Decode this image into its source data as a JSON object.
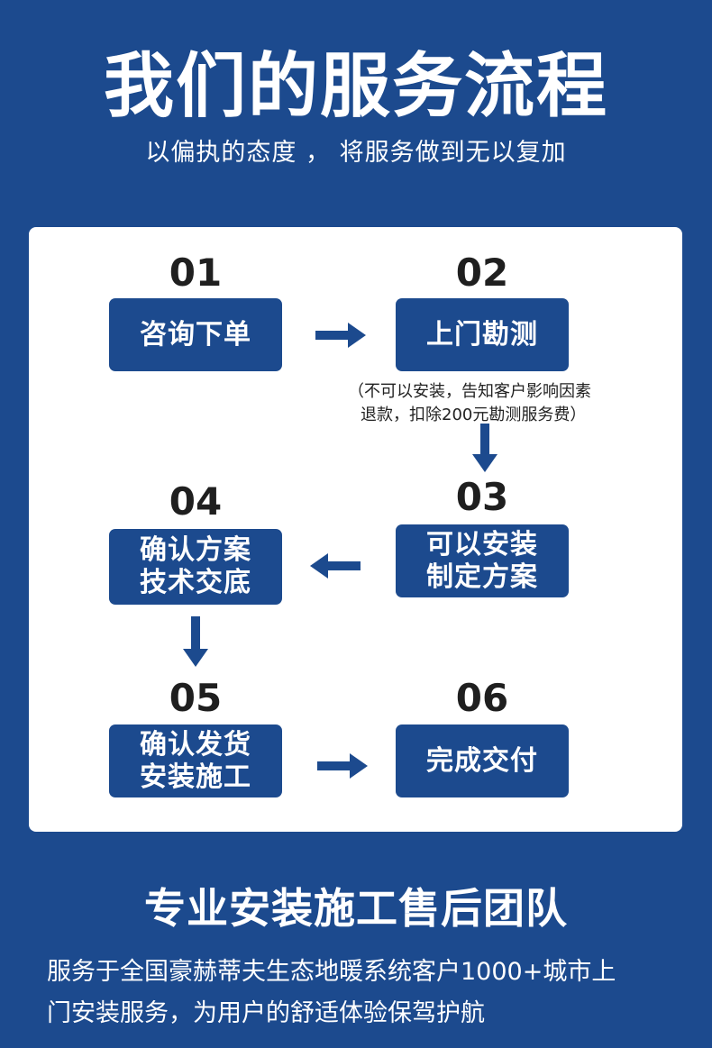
{
  "header": {
    "title": "我们的服务流程",
    "subtitle": "以偏执的态度 ， 将服务做到无以复加"
  },
  "steps": [
    {
      "num": "01",
      "lines": [
        "咨询下单"
      ]
    },
    {
      "num": "02",
      "lines": [
        "上门勘测"
      ]
    },
    {
      "num": "03",
      "lines": [
        "可以安装",
        "制定方案"
      ]
    },
    {
      "num": "04",
      "lines": [
        "确认方案",
        "技术交底"
      ]
    },
    {
      "num": "05",
      "lines": [
        "确认发货",
        "安装施工"
      ]
    },
    {
      "num": "06",
      "lines": [
        "完成交付"
      ]
    }
  ],
  "note": {
    "line1": "（不可以安装，告知客户影响因素",
    "line2": "退款，扣除200元勘测服务费）"
  },
  "team": {
    "title": "专业安装施工售后团队",
    "line1": "服务于全国豪赫蒂夫生态地暖系统客户1000+城市上",
    "line2": "门安装服务，为用户的舒适体验保驾护航"
  },
  "colors": {
    "brand_blue": "#1c4a8e",
    "card_bg": "#ffffff",
    "number_text": "#1f1f1f"
  },
  "icons": [
    "arrow-right-icon",
    "arrow-down-icon",
    "arrow-left-icon"
  ]
}
